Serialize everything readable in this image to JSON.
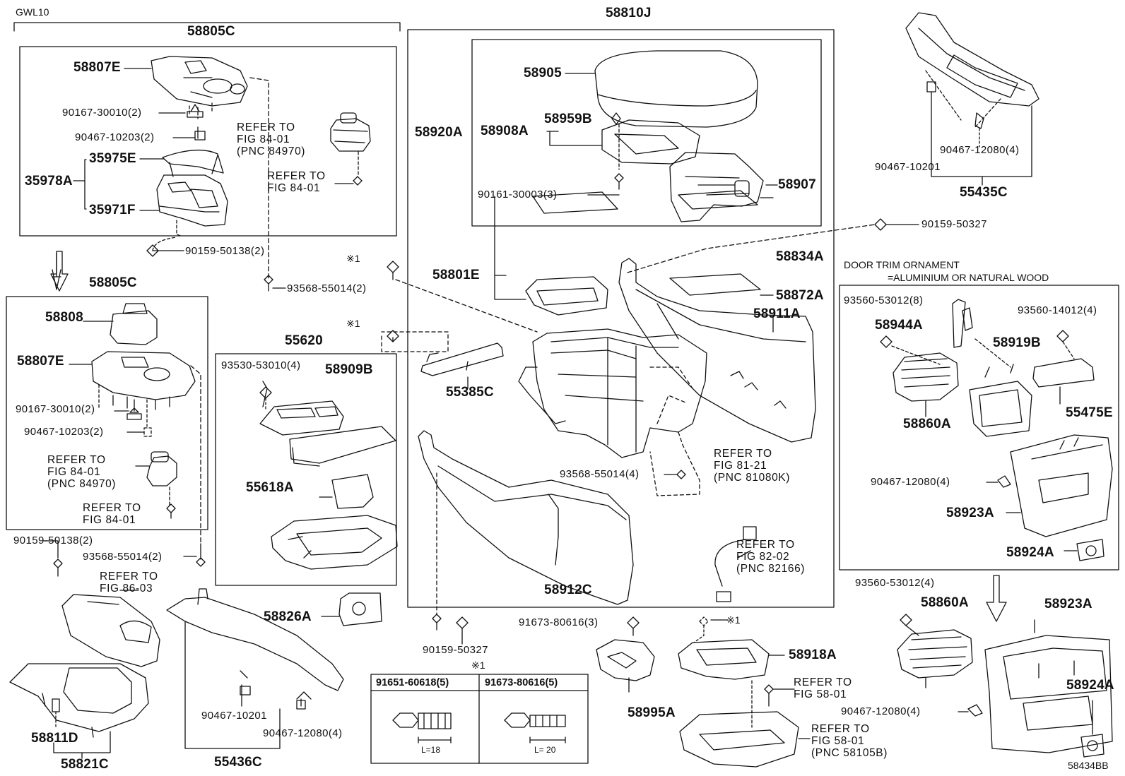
{
  "model": "GWL10",
  "figure_code": "58434BB",
  "groups": {
    "g58805c_top": "58805C",
    "g58805c_mid": "58805C",
    "g58810j": "58810J",
    "g55620": "55620",
    "g55435c": "55435C",
    "door_trim_title": "DOOR TRIM ORNAMENT",
    "door_trim_sub": "=ALUMINIUM OR NATURAL WOOD"
  },
  "parts": {
    "p58807e_a": "58807E",
    "p90167_a": "90167-30010(2)",
    "p90467_10203_a": "90467-10203(2)",
    "p35978a": "35978A",
    "p35975e": "35975E",
    "p35971f": "35971F",
    "p90159_50138_a": "90159-50138(2)",
    "p93568_a": "93568-55014(2)",
    "p58808": "58808",
    "p58807e_b": "58807E",
    "p90167_b": "90167-30010(2)",
    "p90467_10203_b": "90467-10203(2)",
    "p90159_50138_b": "90159-50138(2)",
    "p93568_b": "93568-55014(2)",
    "p58811d": "58811D",
    "p58821c": "58821C",
    "p58905": "58905",
    "p58920a": "58920A",
    "p58908a": "58908A",
    "p58959b": "58959B",
    "p90161": "90161-30003(3)",
    "p58907": "58907",
    "p90159_50327_a": "90159-50327",
    "p58834a": "58834A",
    "p58801e": "58801E",
    "p58872a": "58872A",
    "p58911a": "58911A",
    "p55385c": "55385C",
    "p93530": "93530-53010(4)",
    "p58909b": "58909B",
    "p55618a": "55618A",
    "p93568_c": "93568-55014(4)",
    "p58912c": "58912C",
    "p58826a": "58826A",
    "p90467_10201_a": "90467-10201",
    "p90467_12080_a": "90467-12080(4)",
    "p55436c": "55436C",
    "p90159_50327_b": "90159-50327",
    "p91673_a": "91673-80616(3)",
    "p58995a": "58995A",
    "p58918a": "58918A",
    "p90467_12080_b": "90467-12080(4)",
    "p90467_10201_b": "90467-10201",
    "p93560_53012_a": "93560-53012(8)",
    "p58944a": "58944A",
    "p93560_14012": "93560-14012(4)",
    "p58919b": "58919B",
    "p58860a_a": "58860A",
    "p55475e": "55475E",
    "p90467_12080_c": "90467-12080(4)",
    "p58923a_a": "58923A",
    "p58924a_a": "58924A",
    "p93560_53012_b": "93560-53012(4)",
    "p58860a_b": "58860A",
    "p58923a_b": "58923A",
    "p58924a_b": "58924A",
    "p90467_12080_d": "90467-12080(4)"
  },
  "refs": {
    "r1": "REFER TO\nFIG 84-01\n(PNC 84970)",
    "r2": "REFER TO\nFIG 84-01",
    "r3": "REFER TO\nFIG 84-01\n(PNC 84970)",
    "r4": "REFER TO\nFIG 84-01",
    "r5": "REFER TO\nFIG 86-03",
    "r6": "REFER TO\nFIG 81-21\n(PNC 81080K)",
    "r7": "REFER TO\nFIG 82-02\n(PNC 82166)",
    "r8": "REFER TO\nFIG 58-01",
    "r9": "REFER TO\nFIG 58-01\n(PNC 58105B)"
  },
  "marks": {
    "m1": "※1",
    "m2": "※1",
    "m3": "※1",
    "m4": "※1"
  },
  "fastener_table": {
    "col1": "91651-60618(5)",
    "col2": "91673-80616(5)",
    "len1": "L=18",
    "len2": "L= 20"
  }
}
